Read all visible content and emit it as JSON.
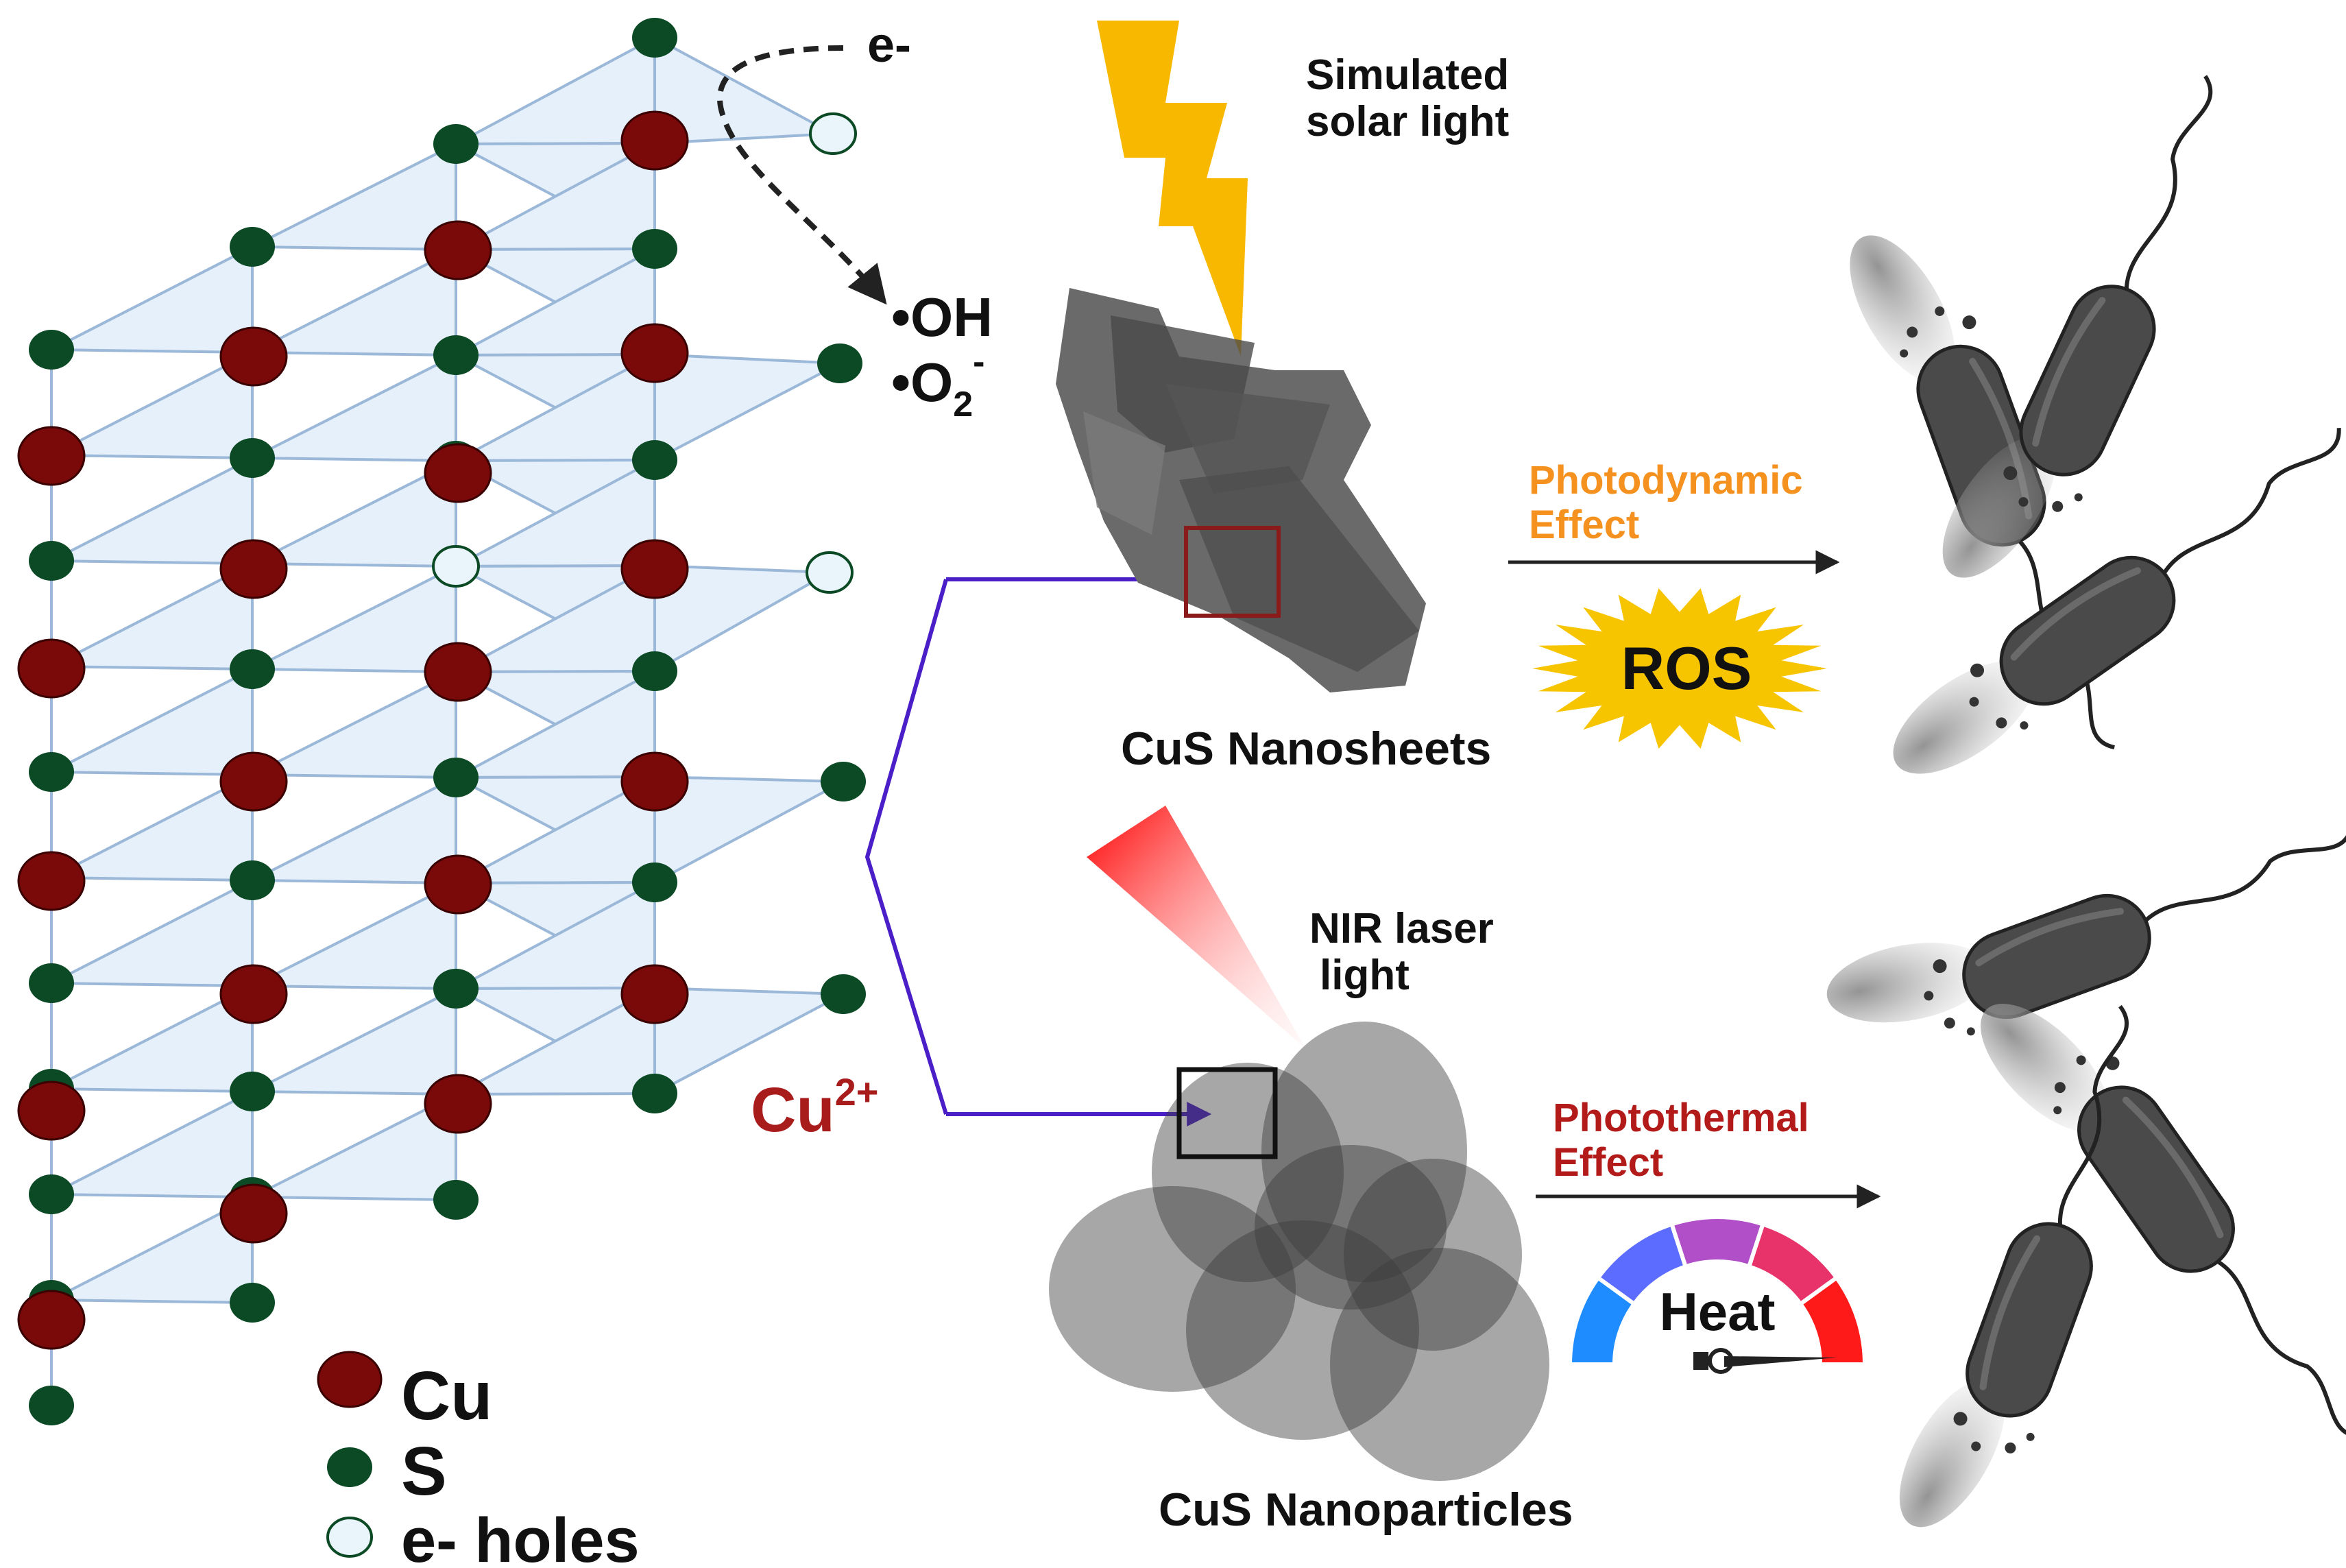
{
  "lattice": {
    "electron_label": "e-",
    "radical_oh": "•OH",
    "radical_o2_base": "•O",
    "radical_o2_sub": "2",
    "radical_o2_sup": "-",
    "cu_ion_base": "Cu",
    "cu_ion_sup": "2+"
  },
  "legend": {
    "items": [
      {
        "label": "Cu"
      },
      {
        "label": "S"
      },
      {
        "label": "e- holes"
      }
    ]
  },
  "top_branch": {
    "light_label_line1": "Simulated",
    "light_label_line2": "solar light",
    "material_label": "CuS Nanosheets",
    "effect_line1": "Photodynamic",
    "effect_line2": "Effect",
    "badge": "ROS"
  },
  "bottom_branch": {
    "light_label_line1": "NIR laser",
    "light_label_line2": "light",
    "material_label": "CuS Nanoparticles",
    "effect_line1": "Photothermal",
    "effect_line2": "Effect",
    "gauge_label": "Heat"
  },
  "colors": {
    "cu": "#7a0a0a",
    "s": "#0b4a24",
    "hole_fill": "#eaf5fb",
    "lattice_fill": "#e6f0fa",
    "lattice_line": "#9bb8d8",
    "arrow_blue": "#4b1fc8",
    "photodynamic": "#f5911e",
    "photothermal": "#b31b1b",
    "ros_star": "#f7c400",
    "lightning": "#f9b800",
    "laser": "#ff1a1a",
    "bacteria": "#4a4a4a"
  }
}
